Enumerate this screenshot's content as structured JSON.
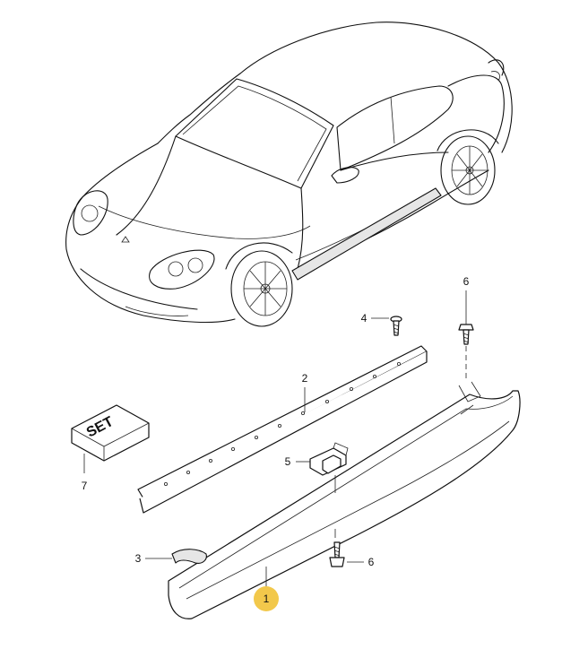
{
  "callouts": [
    {
      "id": "1",
      "label": "1",
      "highlighted": true
    },
    {
      "id": "2",
      "label": "2"
    },
    {
      "id": "3",
      "label": "3"
    },
    {
      "id": "4",
      "label": "4"
    },
    {
      "id": "5",
      "label": "5"
    },
    {
      "id": "6a",
      "label": "6"
    },
    {
      "id": "6b",
      "label": "6"
    },
    {
      "id": "7",
      "label": "7"
    }
  ],
  "set_box": {
    "label": "SET"
  },
  "colors": {
    "line": "#111111",
    "highlight": "#f2c84b",
    "background": "#ffffff"
  }
}
